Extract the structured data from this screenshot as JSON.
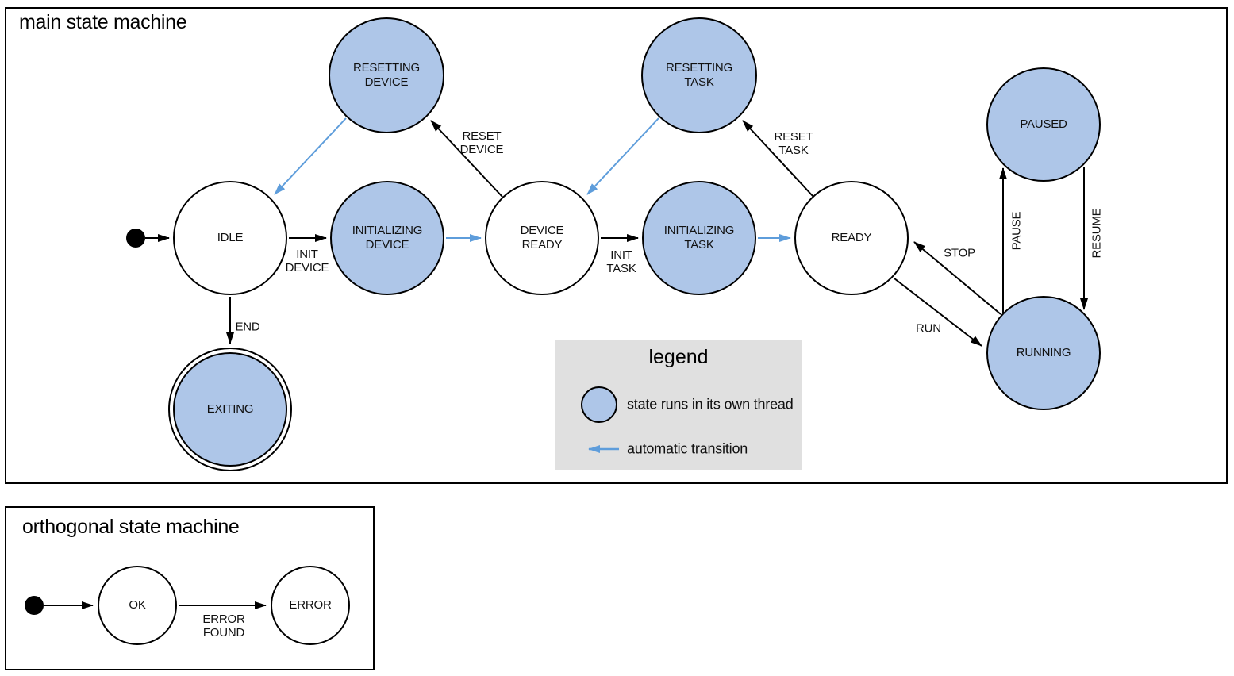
{
  "colors": {
    "threaded_fill": "#aec6e8",
    "auto_arrow": "#5e9ddb",
    "line": "#000000",
    "legend_bg": "#e0e0e0"
  },
  "panels": {
    "main": {
      "title": "main state machine"
    },
    "orthogonal": {
      "title": "orthogonal state machine"
    }
  },
  "nodes": {
    "idle": {
      "label": "IDLE",
      "threaded": false
    },
    "resetting_device": {
      "label": "RESETTING DEVICE",
      "threaded": true
    },
    "initializing_device": {
      "label": "INITIALIZING DEVICE",
      "threaded": true
    },
    "device_ready": {
      "label": "DEVICE READY",
      "threaded": false
    },
    "resetting_task": {
      "label": "RESETTING TASK",
      "threaded": true
    },
    "initializing_task": {
      "label": "INITIALIZING TASK",
      "threaded": true
    },
    "ready": {
      "label": "READY",
      "threaded": false
    },
    "paused": {
      "label": "PAUSED",
      "threaded": true
    },
    "running": {
      "label": "RUNNING",
      "threaded": true
    },
    "exiting": {
      "label": "EXITING",
      "threaded": true,
      "final_state": true
    },
    "ok": {
      "label": "OK",
      "threaded": false
    },
    "error": {
      "label": "ERROR",
      "threaded": false
    }
  },
  "edges": {
    "init_device": {
      "label": "INIT DEVICE"
    },
    "reset_device": {
      "label": "RESET DEVICE"
    },
    "init_task": {
      "label": "INIT TASK"
    },
    "reset_task": {
      "label": "RESET TASK"
    },
    "stop": {
      "label": "STOP"
    },
    "run": {
      "label": "RUN"
    },
    "pause": {
      "label": "PAUSE"
    },
    "resume": {
      "label": "RESUME"
    },
    "end": {
      "label": "END"
    },
    "error_found": {
      "label": "ERROR FOUND"
    }
  },
  "legend": {
    "title": "legend",
    "items": [
      {
        "label": "state runs in its own thread"
      },
      {
        "label": "automatic transition"
      }
    ]
  }
}
